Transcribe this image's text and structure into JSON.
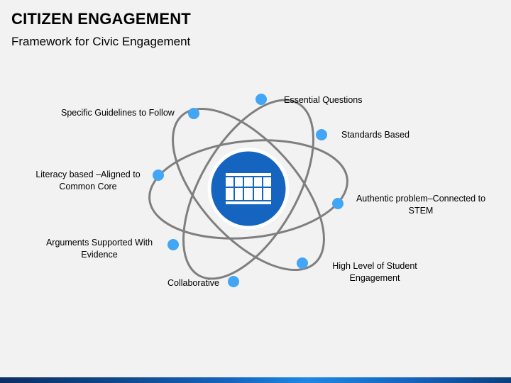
{
  "header": {
    "title": "CITIZEN ENGAGEMENT",
    "subtitle": "Framework for Civic Engagement"
  },
  "labels": {
    "essential_questions": "Essential Questions",
    "specific_guidelines": "Specific Guidelines to Follow",
    "standards_based": "Standards Based",
    "literacy_line1": "Literacy based –Aligned to",
    "literacy_line2": "Common Core",
    "authentic_line1": "Authentic problem–Connected to",
    "authentic_line2": "STEM",
    "arguments_line1": "Arguments Supported With",
    "arguments_line2": "Evidence",
    "high_level_line1": "High Level of Student",
    "high_level_line2": "Engagement",
    "collaborative": "Collaborative"
  },
  "colors": {
    "background": "#f2f2f2",
    "orbit": "#7f7f7f",
    "node": "#42a5f5",
    "center_fill": "#1565c0",
    "center_ring": "#ffffff"
  },
  "icons": {
    "center": "building-columns-icon"
  }
}
